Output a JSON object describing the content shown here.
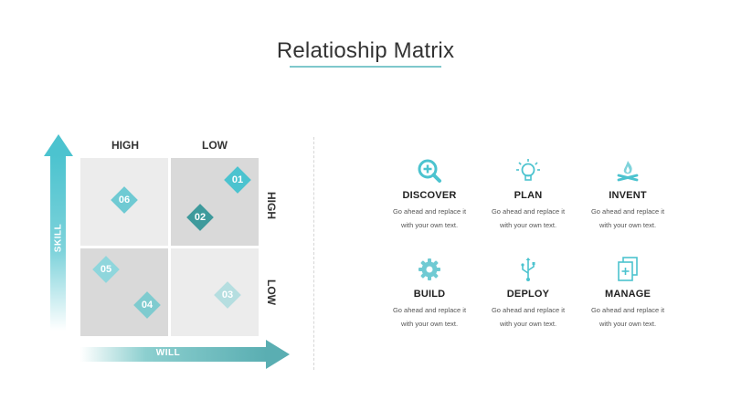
{
  "title": "Relatioship Matrix",
  "matrix": {
    "col_labels": [
      "HIGH",
      "LOW"
    ],
    "row_labels": [
      "HIGH",
      "LOW"
    ],
    "y_axis_label": "SKILL",
    "x_axis_label": "WILL",
    "items": [
      {
        "num": "01",
        "color": "#4cc3cf"
      },
      {
        "num": "02",
        "color": "#3e9a9c"
      },
      {
        "num": "03",
        "color": "#b5dee0"
      },
      {
        "num": "04",
        "color": "#7fcbcf"
      },
      {
        "num": "05",
        "color": "#8fd6dc"
      },
      {
        "num": "06",
        "color": "#6fcad3"
      }
    ]
  },
  "features": [
    {
      "title": "DISCOVER",
      "line1": "Go ahead and replace it",
      "line2": "with your own text.",
      "icon": "search-plus-icon"
    },
    {
      "title": "PLAN",
      "line1": "Go ahead and replace it",
      "line2": "with your own text.",
      "icon": "lightbulb-icon"
    },
    {
      "title": "INVENT",
      "line1": "Go ahead and replace it",
      "line2": "with your own text.",
      "icon": "campfire-icon"
    },
    {
      "title": "BUILD",
      "line1": "Go ahead and replace it",
      "line2": "with your own text.",
      "icon": "gear-icon"
    },
    {
      "title": "DEPLOY",
      "line1": "Go ahead and replace it",
      "line2": "with your own text.",
      "icon": "usb-icon"
    },
    {
      "title": "MANAGE",
      "line1": "Go ahead and replace it",
      "line2": "with your own text.",
      "icon": "add-document-icon"
    }
  ],
  "colors": {
    "accent": "#4cc3cf",
    "accent_dark": "#5aaeb2",
    "title_underline": "#7fc8cc"
  }
}
